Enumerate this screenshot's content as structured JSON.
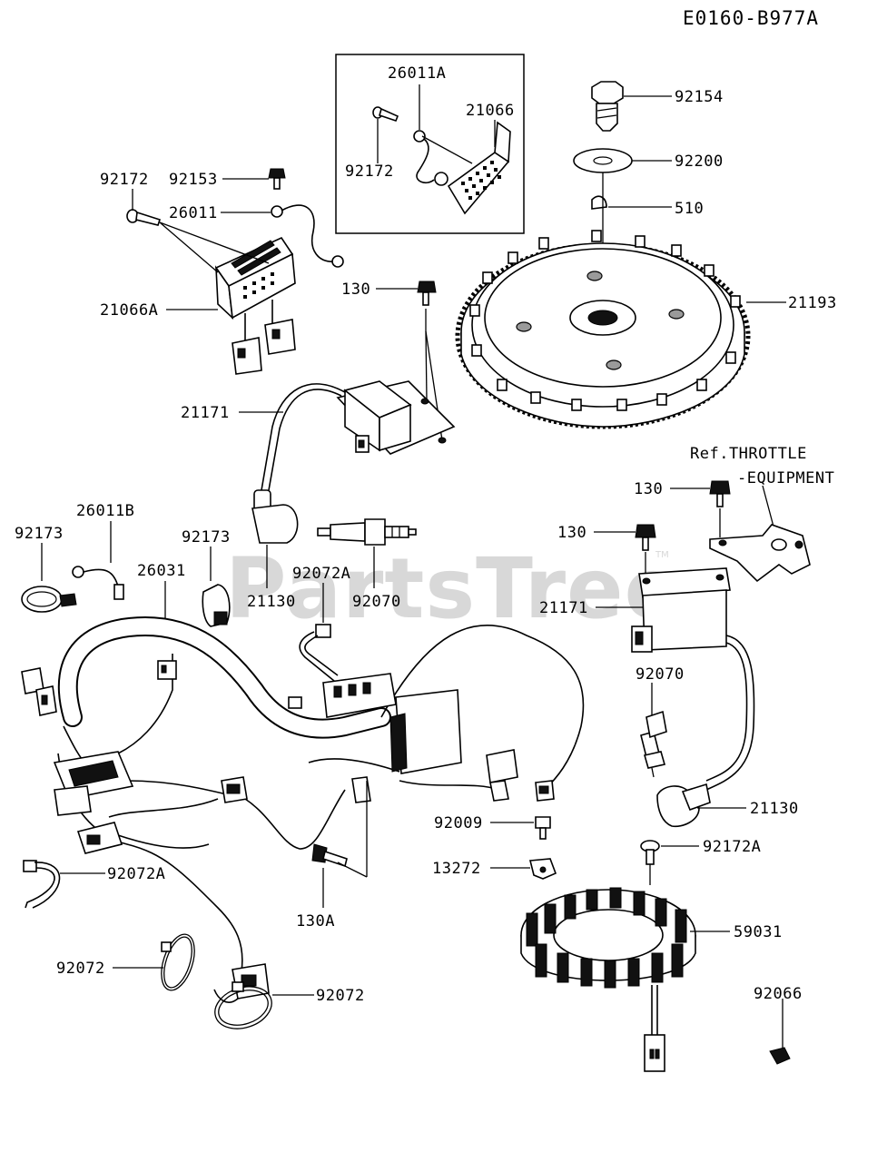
{
  "diagram_code": "E0160-B977A",
  "watermark": "PartsTree",
  "watermark_tm": "TM",
  "reference_note": {
    "line1": "Ref.THROTTLE",
    "line2": "-EQUIPMENT"
  },
  "part_labels": {
    "p26011A": "26011A",
    "p21066": "21066",
    "p92172_inset": "92172",
    "p92172": "92172",
    "p92153": "92153",
    "p26011": "26011",
    "p21066A": "21066A",
    "p92154": "92154",
    "p92200": "92200",
    "p510": "510",
    "p21193": "21193",
    "p130_top": "130",
    "p21171_top": "21171",
    "p26011B": "26011B",
    "p92173_left": "92173",
    "p92173_mid": "92173",
    "p26031": "26031",
    "p21130_top": "21130",
    "p92072A_top": "92072A",
    "p92070_top": "92070",
    "p130_right1": "130",
    "p130_right2": "130",
    "p21171_right": "21171",
    "p92070_right": "92070",
    "p21130_right": "21130",
    "p92009": "92009",
    "p13272": "13272",
    "p92172A": "92172A",
    "p59031": "59031",
    "p92066": "92066",
    "p92072A_left": "92072A",
    "p130A": "130A",
    "p92072_left": "92072",
    "p92072_bottom": "92072"
  }
}
